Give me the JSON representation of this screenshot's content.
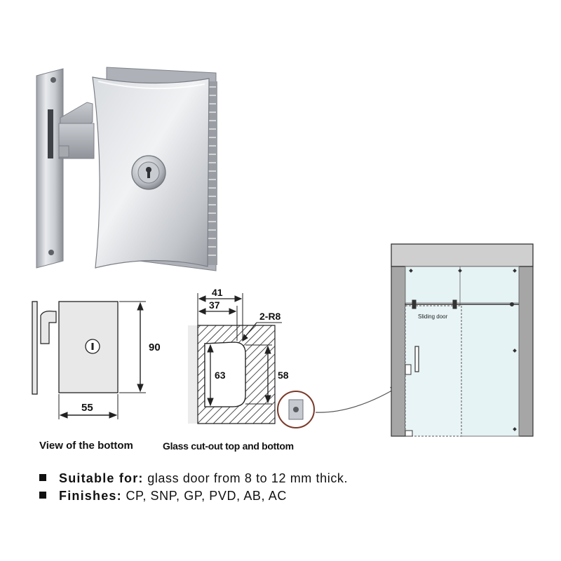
{
  "dimensions": {
    "height": "90",
    "width": "55",
    "outer_width": "41",
    "inner_width": "37",
    "radius": "2-R8",
    "cut_height_outer": "63",
    "cut_height_inner": "58"
  },
  "captions": {
    "bottom_view": "View of the bottom",
    "glass_cutout": "Glass cut-out top and bottom"
  },
  "installation": {
    "sliding_door_label": "Sliding door"
  },
  "specs": [
    {
      "label": "Suitable for:",
      "value": "glass door from 8 to 12 mm thick."
    },
    {
      "label": "Finishes:",
      "value": "CP, SNP, GP, PVD, AB, AC"
    }
  ],
  "colors": {
    "metal_light": "#e4e6ea",
    "metal_mid": "#b8bcc2",
    "metal_dark": "#8d9197",
    "glass": "#e6f3f5",
    "frame": "#a6a6a6",
    "drawing_fill": "#e8e8e8"
  }
}
